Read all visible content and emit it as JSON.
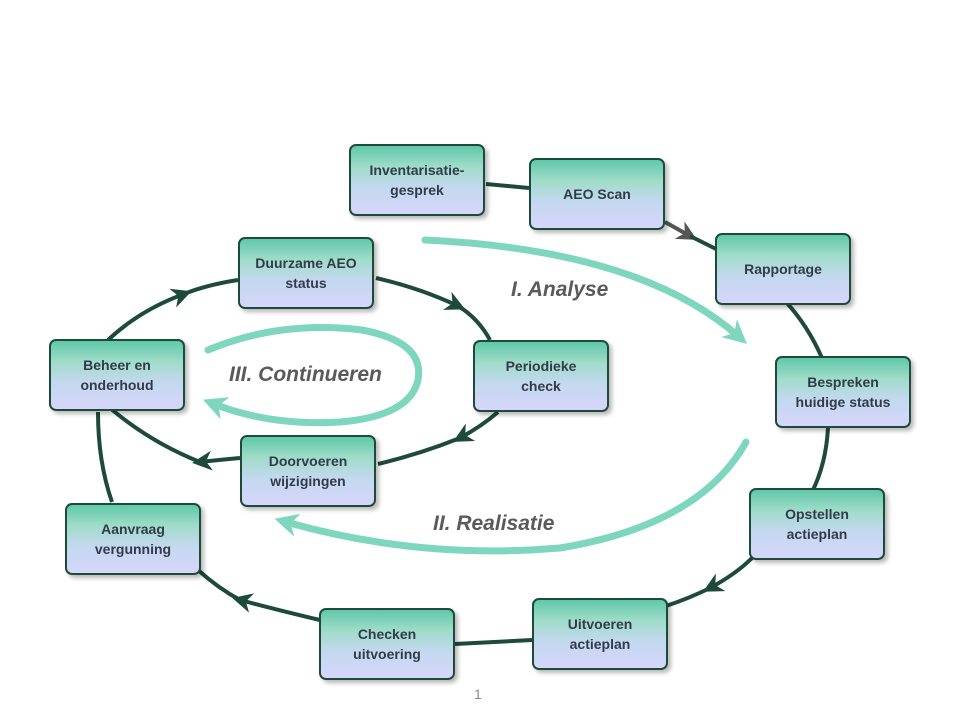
{
  "phases": {
    "analyse": "I. Analyse",
    "realisatie": "II. Realisatie",
    "continueren": "III. Continueren"
  },
  "outer_cycle": [
    "Inventarisatie-\ngesprek",
    "AEO Scan",
    "Rapportage",
    "Bespreken\nhuidige status",
    "Opstellen\nactieplan",
    "Uitvoeren\nactieplan",
    "Checken\nuitvoering",
    "Aanvraag\nvergunning",
    "Beheer en\nonderhoud"
  ],
  "inner_cycle": [
    "Duurzame AEO\nstatus",
    "Periodieke\ncheck",
    "Doorvoeren\nwijzigingen"
  ],
  "page_number": "1",
  "colors": {
    "box_border": "#1e4a3c",
    "cycle_line": "#1e4a3c",
    "phase_arrow": "#7fd6bf",
    "text": "#333a4a"
  }
}
